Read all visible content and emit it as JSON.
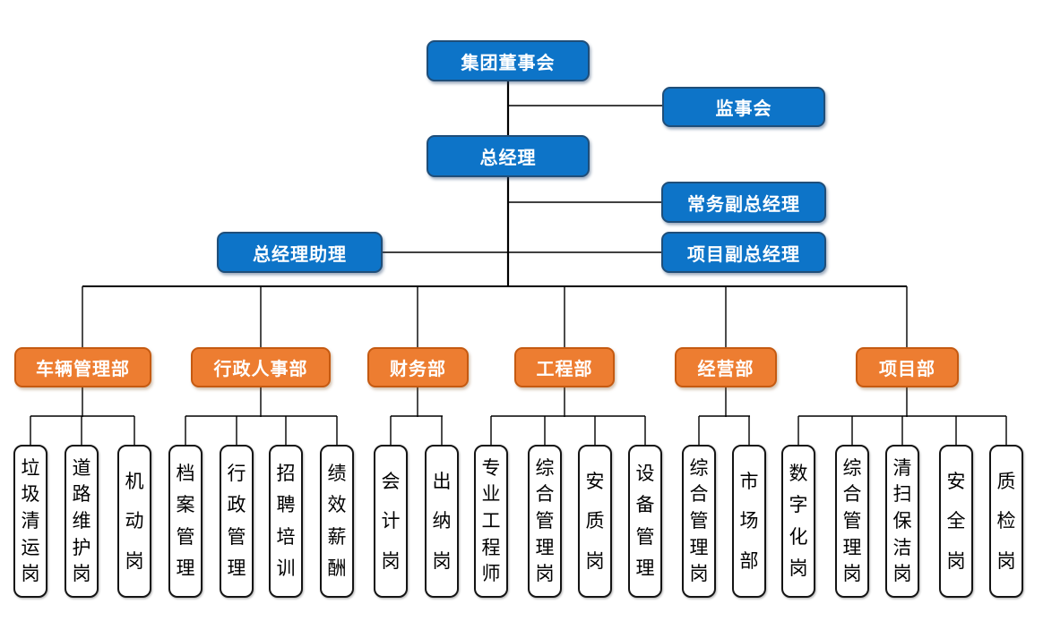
{
  "executive": {
    "board": "集团董事会",
    "supervisory": "监事会",
    "general_manager": "总经理",
    "deputy_gm_executive": "常务副总经理",
    "gm_assistant": "总经理助理",
    "deputy_gm_project": "项目副总经理"
  },
  "departments": [
    {
      "label": "车辆管理部",
      "positions": [
        "垃圾清运岗",
        "道路维护岗",
        "机动岗"
      ]
    },
    {
      "label": "行政人事部",
      "positions": [
        "档案管理",
        "行政管理",
        "招聘培训",
        "绩效薪酬"
      ]
    },
    {
      "label": "财务部",
      "positions": [
        "会计岗",
        "出纳岗"
      ]
    },
    {
      "label": "工程部",
      "positions": [
        "专业工程师",
        "综合管理岗",
        "安质岗",
        "设备管理"
      ]
    },
    {
      "label": "经营部",
      "positions": [
        "综合管理岗",
        "市场部"
      ]
    },
    {
      "label": "项目部",
      "positions": [
        "数字化岗",
        "综合管理岗",
        "清扫保洁岗",
        "安全岗",
        "质检岗"
      ]
    }
  ],
  "colors": {
    "primary_blue": "#0d74c8",
    "blue_border": "#1f4e79",
    "accent_orange": "#ed7d31",
    "orange_border": "#c55a11",
    "connector_line": "#000000",
    "background": "#ffffff"
  }
}
